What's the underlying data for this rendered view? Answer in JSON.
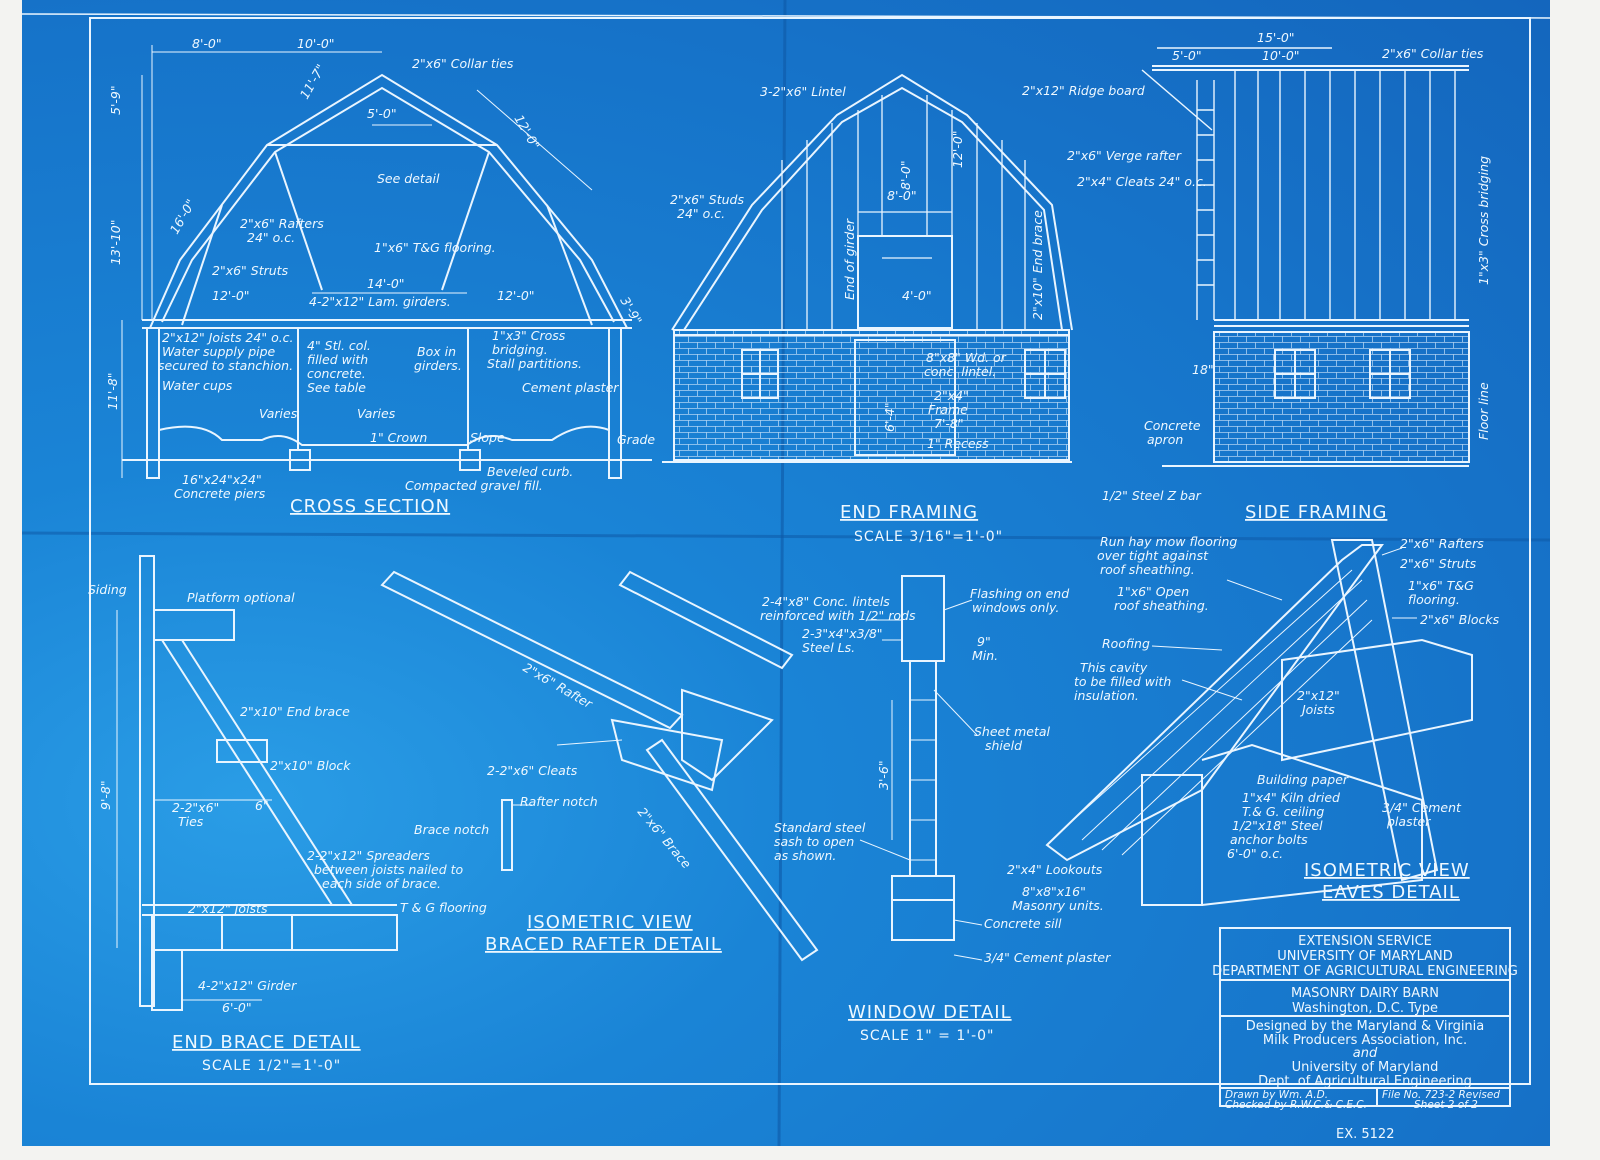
{
  "views": {
    "cross_section": {
      "title": "CROSS SECTION",
      "labels": [
        "8'-0\"",
        "10'-0\"",
        "2\"x6\" Collar ties",
        "11'-7\"",
        "5'-0\"",
        "12'-0\"",
        "5'-9\"",
        "See detail",
        "16'-0\"",
        "2\"x6\" Rafters",
        "24\" o.c.",
        "1\"x6\" T&G flooring.",
        "13'-10\"",
        "2\"x6\" Struts",
        "14'-0\"",
        "12'-0\"",
        "4-2\"x12\" Lam. girders.",
        "12'-0\"",
        "2\"x12\" Joists 24\" o.c.",
        "Water supply pipe",
        "secured to stanchion.",
        "4\" Stl. col.",
        "filled with",
        "concrete.",
        "See table",
        "Box in",
        "girders.",
        "1\"x3\" Cross",
        "bridging.",
        "Stall partitions.",
        "Cement plaster",
        "Water cups",
        "11'-8\"",
        "Varies",
        "Varies",
        "Grade",
        "16\"x24\"x24\"",
        "Concrete piers",
        "Beveled curb.",
        "Compacted gravel fill.",
        "1\" Crown",
        "Slope",
        "3'-9\""
      ]
    },
    "end_framing": {
      "title": "END FRAMING",
      "scale": "SCALE 3/16\"=1'-0\"",
      "labels": [
        "3-2\"x6\" Lintel",
        "2\"x6\" Studs",
        "24\" o.c.",
        "12'-0\"",
        "8'-0\"",
        "8'-0\"",
        "End of girder",
        "4'-0\"",
        "2\"x10\" End brace",
        "8\"x8\" Wd. or",
        "conc. lintel.",
        "2\"x4\"",
        "Frame",
        "7'-8\"",
        "1\" Recess",
        "6'-4\""
      ]
    },
    "side_framing": {
      "title": "SIDE FRAMING",
      "labels": [
        "15'-0\"",
        "5'-0\"",
        "10'-0\"",
        "2\"x6\" Collar ties",
        "2\"x12\" Ridge board",
        "2\"x6\" Verge rafter",
        "2\"x4\" Cleats 24\" o.c.",
        "1\"x3\" Cross bridging",
        "Floor line",
        "Concrete",
        "apron",
        "1/2\" Steel Z bar",
        "18\""
      ]
    },
    "end_brace": {
      "title": "END BRACE DETAIL",
      "scale": "SCALE 1/2\"=1'-0\"",
      "labels": [
        "Siding",
        "Platform optional",
        "2\"x10\" End brace",
        "2\"x10\" Block",
        "9'-8\"",
        "6\"",
        "2-2\"x6\"",
        "Ties",
        "2-2\"x12\" Spreaders",
        "between joists nailed to",
        "each side of brace.",
        "2\"x12\" Joists",
        "T & G flooring",
        "4-2\"x12\" Girder",
        "6'-0\""
      ]
    },
    "braced_rafter": {
      "title_line1": "ISOMETRIC VIEW",
      "title_line2": "BRACED RAFTER DETAIL",
      "labels": [
        "2\"x6\" Rafter",
        "2-2\"x6\" Cleats",
        "Rafter notch",
        "Brace notch",
        "2\"x6\" Brace"
      ]
    },
    "window": {
      "title": "WINDOW DETAIL",
      "scale": "SCALE 1\" = 1'-0\"",
      "labels": [
        "2-4\"x8\" Conc. lintels",
        "reinforced with 1/2\" rods",
        "2-3\"x4\"x3/8\"",
        "Steel Ls.",
        "Flashing on end",
        "windows only.",
        "9\"",
        "Min.",
        "Sheet metal",
        "shield",
        "3'-6\"",
        "Standard steel",
        "sash to open",
        "as shown.",
        "Concrete sill",
        "3/4\" Cement plaster"
      ]
    },
    "eaves": {
      "title_line1": "ISOMETRIC VIEW",
      "title_line2": "EAVES DETAIL",
      "labels": [
        "Run hay mow flooring",
        "over tight against",
        "roof sheathing.",
        "1\"x6\" Open",
        "roof sheathing.",
        "Roofing",
        "This cavity",
        "to be filled with",
        "insulation.",
        "2\"x6\" Rafters",
        "2\"x6\" Struts",
        "1\"x6\" T&G",
        "flooring.",
        "2\"x6\" Blocks",
        "2\"x12\"",
        "Joists",
        "Building paper",
        "1\"x4\" Kiln dried",
        "T.& G. ceiling",
        "1/2\"x18\" Steel",
        "anchor bolts",
        "6'-0\" o.c.",
        "3/4\" Cement",
        "plaster",
        "2\"x4\" Lookouts",
        "8\"x8\"x16\"",
        "Masonry units."
      ]
    }
  },
  "title_block": {
    "line1": "EXTENSION SERVICE",
    "line2": "UNIVERSITY OF MARYLAND",
    "line3": "DEPARTMENT OF AGRICULTURAL ENGINEERING",
    "project": "MASONRY DAIRY BARN",
    "type": "Washington, D.C. Type",
    "designed1": "Designed by the Maryland & Virginia",
    "designed2": "Milk Producers Association, Inc.",
    "designed3": "and",
    "designed4": "University of Maryland",
    "designed5": "Dept. of Agricultural Engineering",
    "drawn": "Drawn by Wm. A.D.",
    "checked": "Checked by R.W.C.& C.E.C.",
    "file": "File No. 723-2 Revised",
    "sheet": "Sheet 2 of 2"
  },
  "sheet_number": "EX. 5122",
  "colors": {
    "paper": "#1673c9",
    "ink": "#e9f5ff",
    "background": "#f3f3f1"
  }
}
